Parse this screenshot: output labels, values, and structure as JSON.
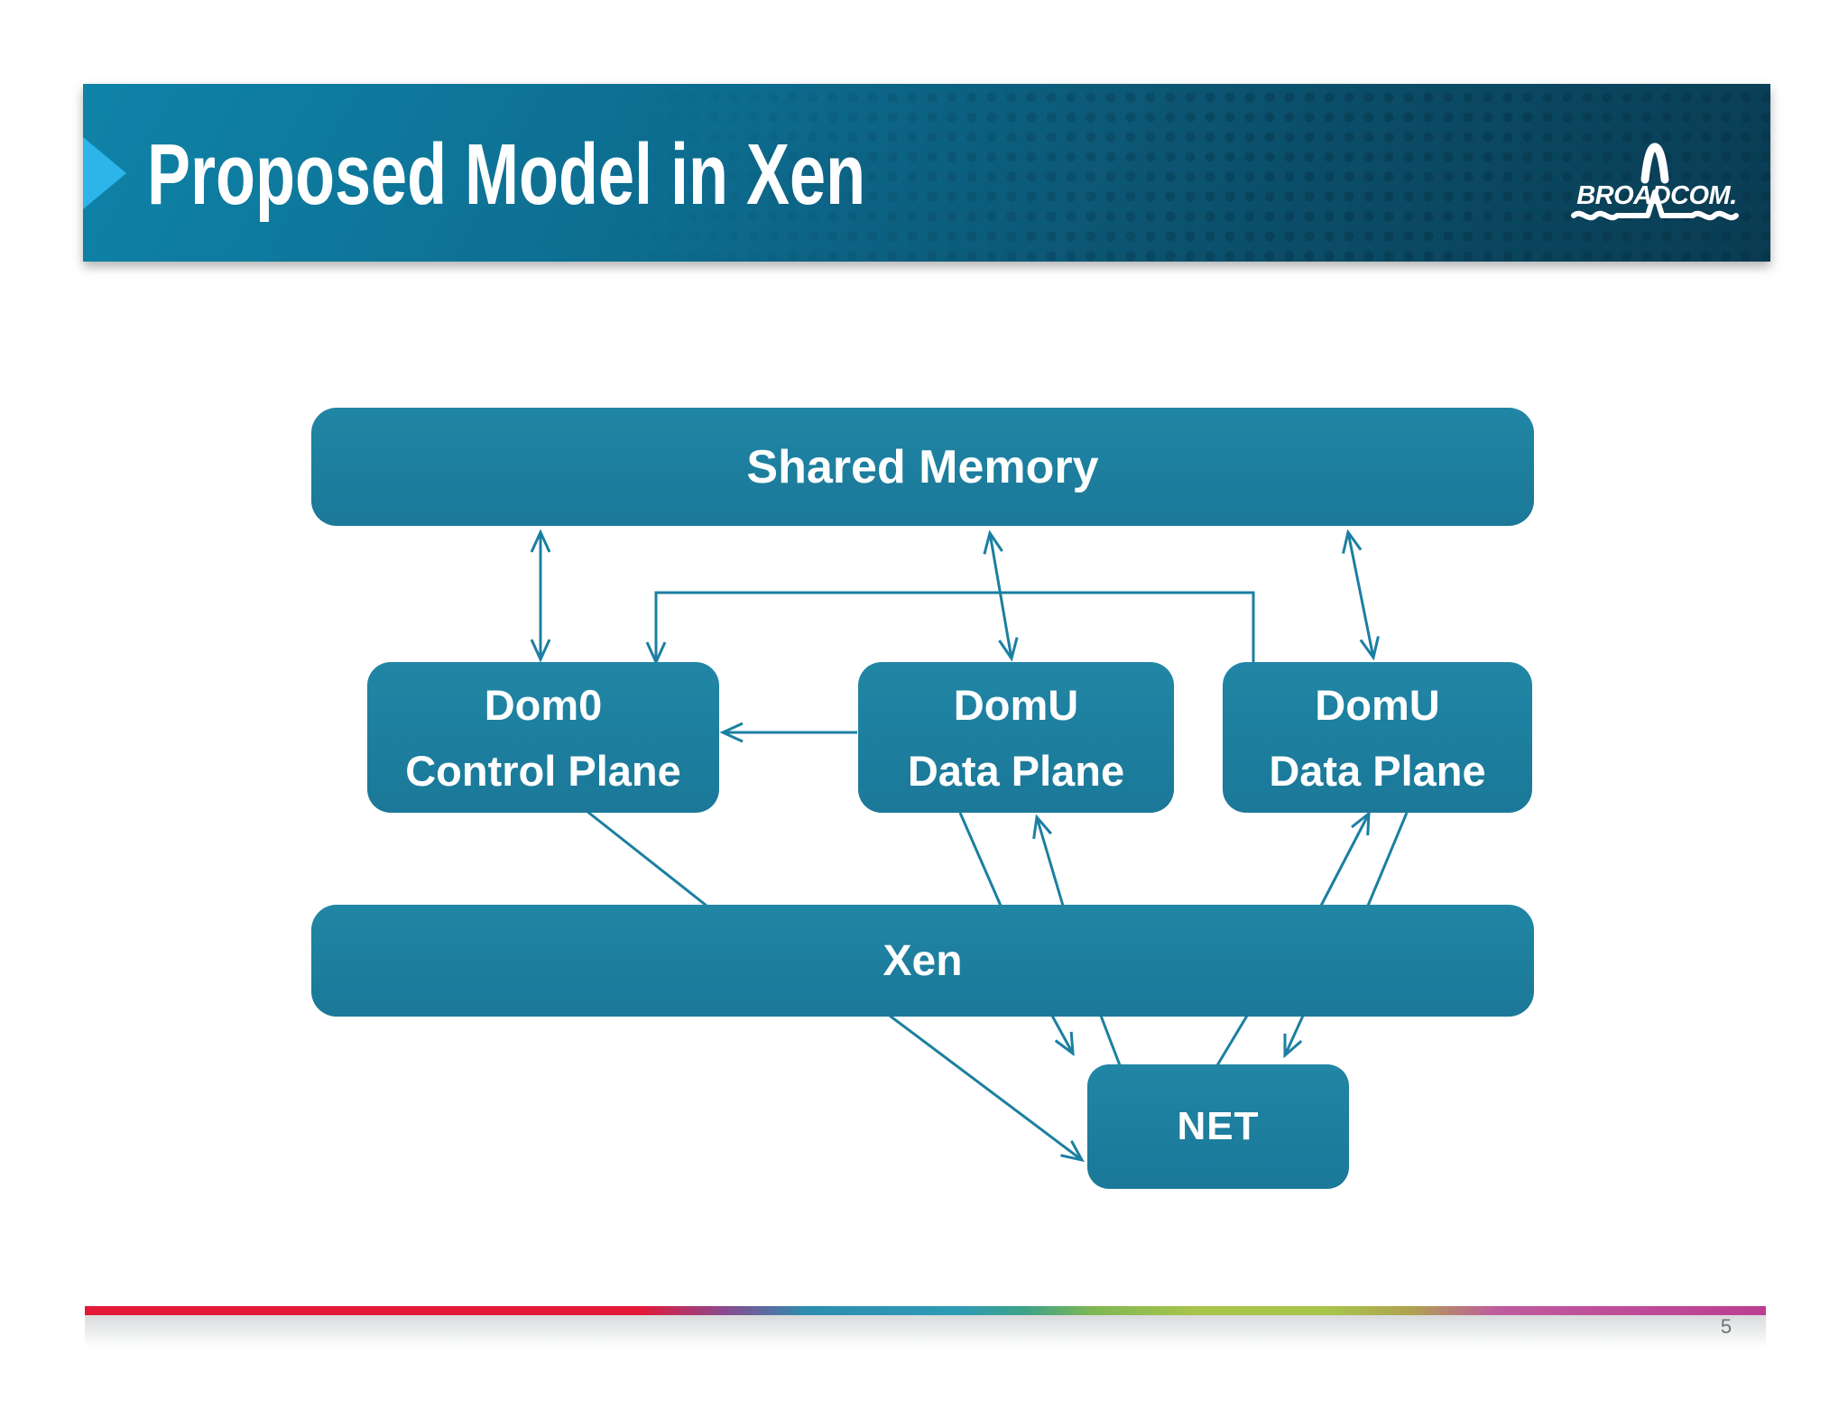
{
  "slide": {
    "header": {
      "title": "Proposed Model in Xen",
      "brand": "BROADCOM."
    },
    "nodes": {
      "shared_memory": {
        "label": "Shared Memory"
      },
      "dom0": {
        "line1": "Dom0",
        "line2": "Control Plane"
      },
      "domu_left": {
        "line1": "DomU",
        "line2": "Data Plane"
      },
      "domu_right": {
        "line1": "DomU",
        "line2": "Data Plane"
      },
      "xen": {
        "label": "Xen"
      },
      "net": {
        "label": "NET"
      }
    },
    "edges": [
      {
        "from": "Shared Memory",
        "to": "Dom0 Control Plane",
        "arrows": "both",
        "routing": "straight"
      },
      {
        "from": "Shared Memory",
        "to": "DomU Data Plane (left)",
        "arrows": "both",
        "routing": "straight"
      },
      {
        "from": "Shared Memory",
        "to": "DomU Data Plane (right)",
        "arrows": "both",
        "routing": "straight"
      },
      {
        "from": "DomU Data Plane (right)",
        "to": "Dom0 Control Plane",
        "arrows": "end",
        "routing": "elbow"
      },
      {
        "from": "DomU Data Plane (left)",
        "to": "Dom0 Control Plane",
        "arrows": "end",
        "routing": "straight"
      },
      {
        "from": "Dom0 Control Plane",
        "to": "Xen",
        "arrows": "none",
        "routing": "straight"
      },
      {
        "from": "DomU Data Plane (left)",
        "to": "Xen",
        "arrows": "none",
        "routing": "straight"
      },
      {
        "from": "Xen",
        "to": "DomU Data Plane (left)",
        "arrows": "end",
        "routing": "straight"
      },
      {
        "from": "Xen",
        "to": "DomU Data Plane (right)",
        "arrows": "end",
        "routing": "straight"
      },
      {
        "from": "DomU Data Plane (right)",
        "to": "Xen",
        "arrows": "none",
        "routing": "straight"
      },
      {
        "from": "Xen",
        "to": "NET",
        "arrows": "end",
        "routing": "long-diagonal-left"
      },
      {
        "from": "Xen",
        "to": "NET",
        "arrows": "end",
        "routing": "straight"
      },
      {
        "from": "Xen",
        "to": "NET",
        "arrows": "none",
        "routing": "straight"
      },
      {
        "from": "NET",
        "to": "Xen",
        "arrows": "none",
        "routing": "straight"
      },
      {
        "from": "Xen",
        "to": "NET",
        "arrows": "end",
        "routing": "straight"
      }
    ],
    "footer": {
      "page_number": "5"
    },
    "colors": {
      "node_fill": "#1d7e9e",
      "edge": "#1b7fa1",
      "chevron": "#2db5ea",
      "header_top": "#0f83a8",
      "header_bottom": "#0a3c53",
      "accent_red": "#e31937",
      "accent_teal": "#2e9bb5",
      "accent_lime": "#a7c44b",
      "accent_magenta": "#bc3e91",
      "page_number": "#717376"
    }
  }
}
